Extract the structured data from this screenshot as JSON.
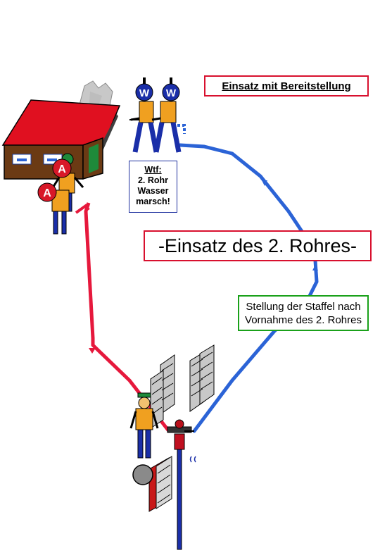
{
  "title": "Einsatz mit Bereitstellung",
  "main_label": "-Einsatz des 2. Rohres-",
  "note": {
    "line1": "Stellung der Staffel nach",
    "line2": "Vornahme des 2. Rohres"
  },
  "callout": {
    "line1": "Wtf:",
    "line2": "2. Rohr",
    "line3": "Wasser",
    "line4": "marsch!"
  },
  "markers": {
    "water": "W",
    "attack": "A"
  },
  "colors": {
    "red_hose": "#e6183c",
    "blue_hose": "#2b63d6",
    "roof": "#e01020",
    "wall": "#6b3a14",
    "uniform": "#f0a020",
    "trousers": "#1a2ea8",
    "frame_red": "#d8102e",
    "frame_green": "#1aa11a"
  }
}
